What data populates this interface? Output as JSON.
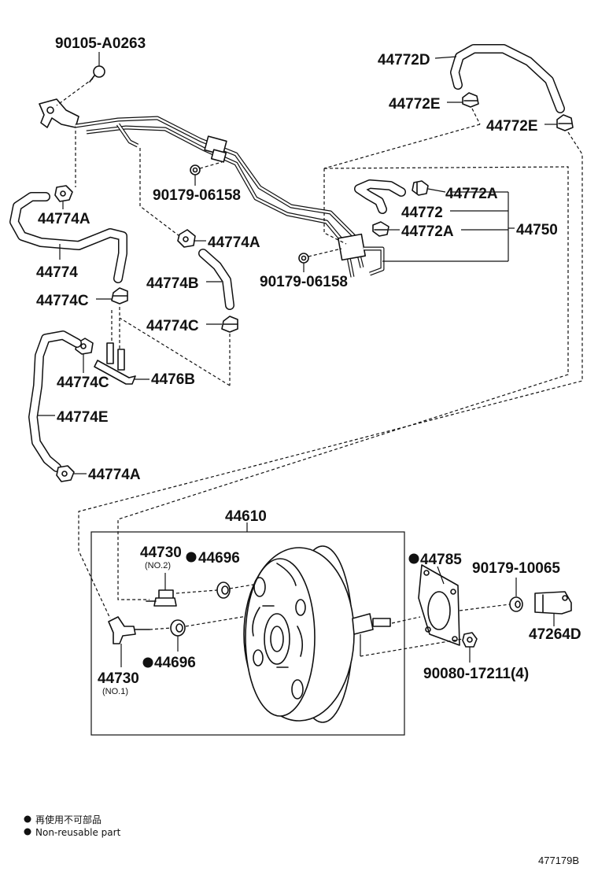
{
  "labels": {
    "l_90105_a0263": "90105-A0263",
    "l_44772d": "44772D",
    "l_44772e_a": "44772E",
    "l_44772e_b": "44772E",
    "l_90179_06158_a": "90179-06158",
    "l_44774a_a": "44774A",
    "l_44772a_a": "44772A",
    "l_44772": "44772",
    "l_44750": "44750",
    "l_44772a_b": "44772A",
    "l_44774": "44774",
    "l_44774a_b": "44774A",
    "l_90179_06158_b": "90179-06158",
    "l_44774b": "44774B",
    "l_44774c_a": "44774C",
    "l_44774c_b": "44774C",
    "l_44774c_c": "44774C",
    "l_4476b": "4476B",
    "l_44774e": "44774E",
    "l_44774a_c": "44774A",
    "l_44610": "44610",
    "l_44730_a": "44730",
    "l_no2": "(NO.2)",
    "l_44696_a": "44696",
    "l_44785": "44785",
    "l_90179_10065": "90179-10065",
    "l_47264d": "47264D",
    "l_44696_b": "44696",
    "l_90080_17211": "90080-17211(4)",
    "l_44730_b": "44730",
    "l_no1": "(NO.1)"
  },
  "legend": {
    "line_jp": "再使用不可部品",
    "line_en": "Non-reusable part"
  },
  "drawing_code": "477179B",
  "colors": {
    "ink": "#111111",
    "paper": "#ffffff"
  }
}
